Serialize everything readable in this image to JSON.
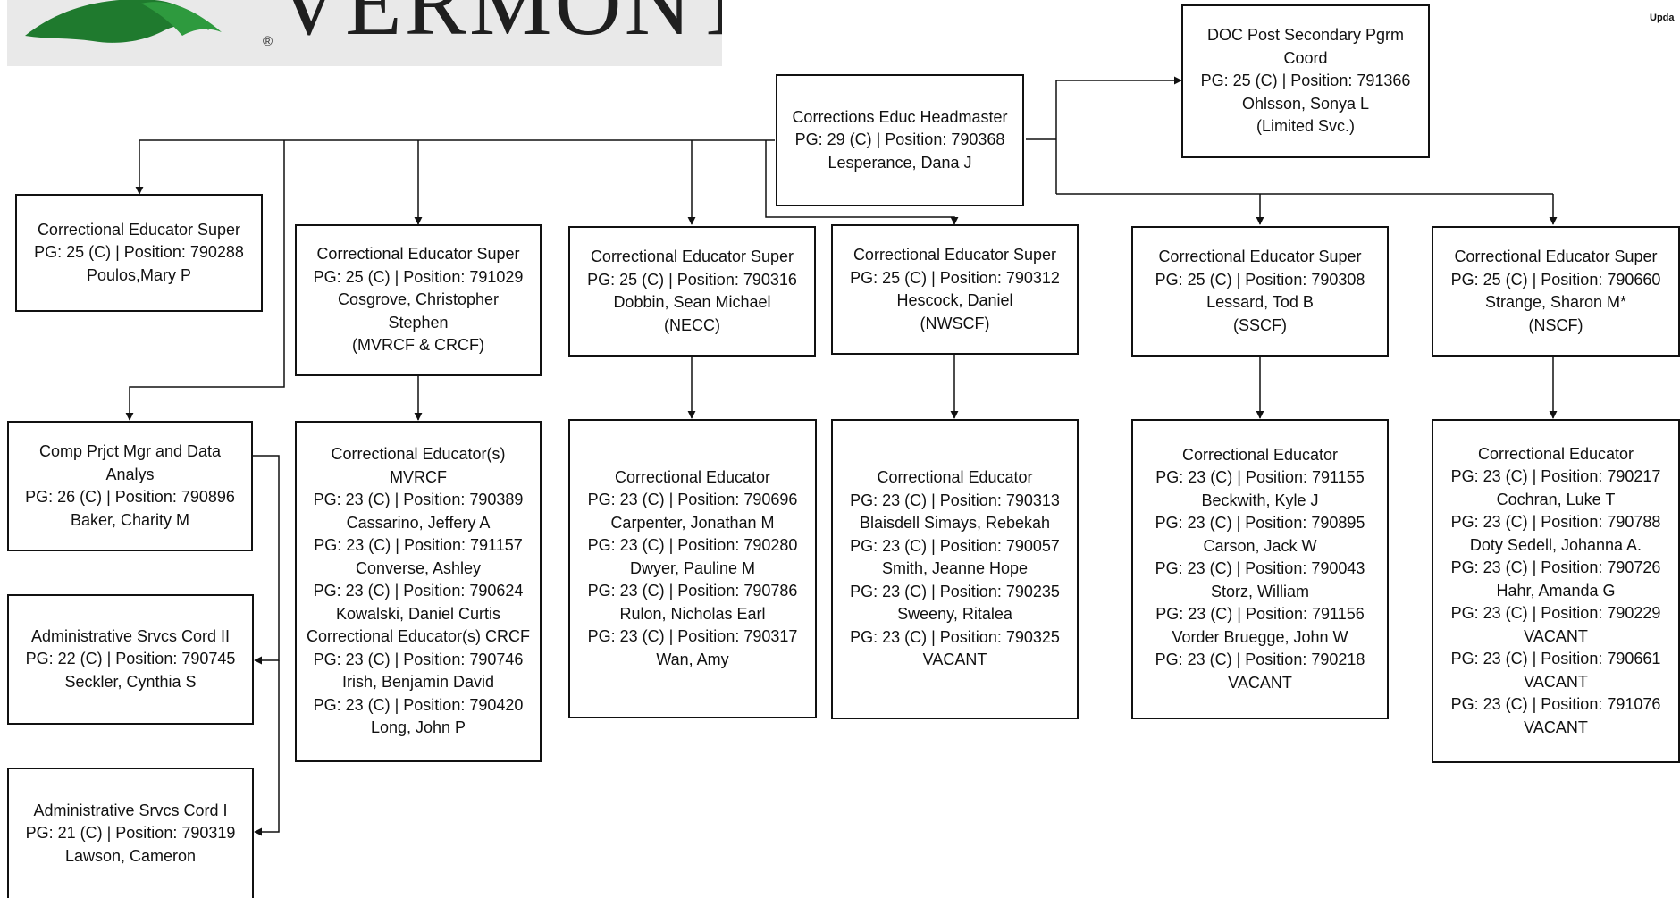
{
  "logo": {
    "wordmark": "VERMONT",
    "registered_mark": "®"
  },
  "updated_label": "Upda",
  "headmaster": {
    "lines": [
      "Corrections Educ Headmaster",
      "PG: 29 (C) | Position: 790368",
      "Lesperance, Dana J"
    ]
  },
  "post_secondary": {
    "lines": [
      "DOC Post Secondary Pgrm",
      "Coord",
      "PG: 25 (C) | Position: 791366",
      "Ohlsson, Sonya L",
      "(Limited Svc.)"
    ]
  },
  "supervisors": [
    {
      "lines": [
        "Correctional Educator Super",
        "PG: 25 (C) | Position: 790288",
        "Poulos,Mary P"
      ]
    },
    {
      "lines": [
        "Correctional Educator Super",
        "PG: 25 (C) | Position: 791029",
        "Cosgrove, Christopher",
        "Stephen",
        "(MVRCF & CRCF)"
      ]
    },
    {
      "lines": [
        "Correctional Educator Super",
        "PG: 25 (C) | Position: 790316",
        "Dobbin, Sean Michael",
        "(NECC)"
      ]
    },
    {
      "lines": [
        "Correctional Educator Super",
        "PG: 25 (C) | Position: 790312",
        "Hescock, Daniel",
        "(NWSCF)"
      ]
    },
    {
      "lines": [
        "Correctional Educator Super",
        "PG: 25 (C) | Position: 790308",
        "Lessard, Tod B",
        "(SSCF)"
      ]
    },
    {
      "lines": [
        "Correctional Educator Super",
        "PG: 25 (C) | Position: 790660",
        "Strange, Sharon M*",
        "(NSCF)"
      ]
    }
  ],
  "staff": [
    {
      "lines": [
        "Comp Prjct Mgr and Data",
        "Analys",
        "PG: 26 (C) | Position: 790896",
        "Baker, Charity M"
      ]
    },
    {
      "lines": [
        "Administrative Srvcs Cord II",
        "PG: 22 (C) | Position: 790745",
        "Seckler, Cynthia S"
      ]
    },
    {
      "lines": [
        "Administrative Srvcs Cord I",
        "PG: 21 (C) | Position: 790319",
        "Lawson, Cameron"
      ]
    }
  ],
  "educators": [
    {
      "lines": [
        "Correctional Educator(s)",
        "MVRCF",
        "PG: 23 (C) | Position: 790389",
        "Cassarino, Jeffery A",
        "PG: 23 (C) | Position: 791157",
        "Converse, Ashley",
        "PG: 23 (C) | Position: 790624",
        "Kowalski, Daniel Curtis",
        "Correctional Educator(s) CRCF",
        "PG: 23 (C) | Position: 790746",
        "Irish, Benjamin David",
        "PG: 23 (C) | Position: 790420",
        "Long, John P"
      ]
    },
    {
      "lines": [
        "Correctional Educator",
        "PG: 23 (C) | Position: 790696",
        "Carpenter, Jonathan M",
        "PG: 23 (C) | Position: 790280",
        "Dwyer, Pauline M",
        "PG: 23 (C) | Position: 790786",
        "Rulon, Nicholas Earl",
        "PG: 23 (C) | Position: 790317",
        "Wan, Amy"
      ]
    },
    {
      "lines": [
        "Correctional Educator",
        "PG: 23 (C) | Position: 790313",
        "Blaisdell Simays, Rebekah",
        "PG: 23 (C) | Position: 790057",
        "Smith, Jeanne Hope",
        "PG: 23 (C) | Position: 790235",
        "Sweeny, Ritalea",
        "PG: 23 (C) | Position: 790325",
        "VACANT"
      ]
    },
    {
      "lines": [
        "Correctional Educator",
        "PG: 23 (C) | Position: 791155",
        "Beckwith, Kyle J",
        "PG: 23 (C) | Position: 790895",
        "Carson, Jack W",
        "PG: 23 (C) | Position: 790043",
        "Storz, William",
        "PG: 23 (C) | Position: 791156",
        "Vorder Bruegge, John W",
        "PG: 23 (C) | Position: 790218",
        "VACANT"
      ]
    },
    {
      "lines": [
        "Correctional Educator",
        "PG: 23 (C) | Position: 790217",
        "Cochran, Luke T",
        "PG: 23 (C) | Position: 790788",
        "Doty Sedell, Johanna A.",
        "PG: 23 (C) | Position: 790726",
        "Hahr, Amanda G",
        "PG: 23 (C) | Position: 790229",
        "VACANT",
        "PG: 23 (C) | Position: 790661",
        "VACANT",
        "PG: 23 (C) | Position: 791076",
        "VACANT"
      ]
    }
  ]
}
